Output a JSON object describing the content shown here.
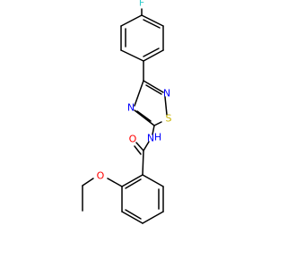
{
  "colors": {
    "F": "#33cccc",
    "N": "#0000ff",
    "S": "#c8b400",
    "O": "#ff0000",
    "bond": "#000000"
  },
  "atoms": {
    "F": "F",
    "N_ring_top": "N",
    "N_ring_left": "N",
    "S": "S",
    "NH": "N",
    "H": "H",
    "O_carbonyl": "O",
    "O_ether": "O"
  }
}
